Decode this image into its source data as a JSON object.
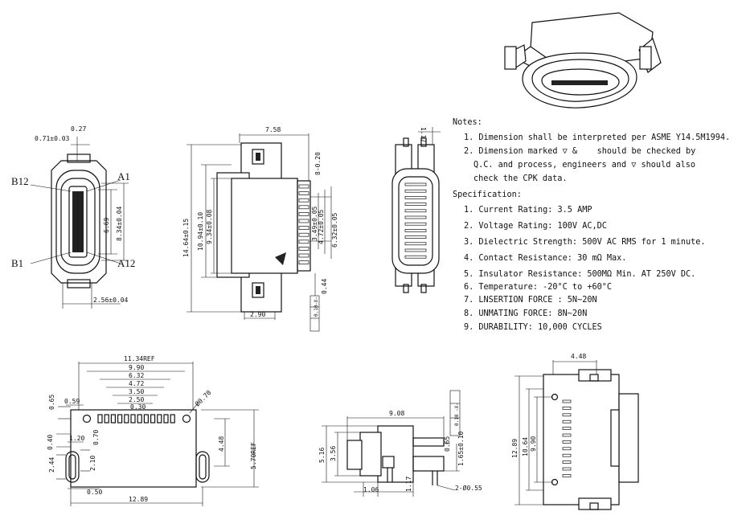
{
  "notes": {
    "heading": "Notes:",
    "items": [
      "1. Dimension shall be interpreted per ASME Y14.5M1994.",
      "2. Dimension marked ▽ &    should be checked by",
      "Q.C. and process, engineers and ▽ should also",
      "check the CPK data."
    ]
  },
  "specification": {
    "heading": "Specification:",
    "items": [
      "1. Current Rating: 3.5 AMP",
      "2. Voltage Rating: 100V AC,DC",
      "3. Dielectric Strength: 500V AC RMS for 1 minute.",
      "4. Contact Resistance: 30 mΩ Max.",
      "5. Insulator Resistance: 500MΩ Min. AT 250V DC.",
      "6. Temperature: -20°C to +60°C",
      "7. LNSERTION FORCE : 5N~20N",
      "8. UNMATING FORCE: 8N~20N",
      "9. DURABILITY:  10,000 CYCLES"
    ]
  },
  "front_view": {
    "labels": [
      "B12",
      "A1",
      "B1",
      "A12"
    ],
    "dims": [
      "0.27",
      "0.71±0.03",
      "6.69",
      "8.34±0.04",
      "2.56±0.04"
    ]
  },
  "side_view": {
    "dims": [
      "7.58",
      "8-0.20",
      "14.64±0.15",
      "10.94±0.10",
      "9.34±0.08",
      "3.49±0.05",
      "4.72±0.05",
      "6.32±0.05",
      "2.90",
      "0.44",
      "0.10",
      "-X-"
    ]
  },
  "rear_view": {
    "dims": [
      "1.17"
    ]
  },
  "pcb_layout": {
    "dims": [
      "11.34REF",
      "9.90",
      "6.32",
      "4.72",
      "3.50",
      "2.50",
      "0.30",
      "0.65",
      "0.59",
      "Ø0.70",
      "0.40",
      "1.20",
      "0.70",
      "2.44",
      "2.10",
      "4.48",
      "5.70REF",
      "0.50",
      "12.89"
    ]
  },
  "bottom_side_view": {
    "dims": [
      "9.08",
      "0.10",
      "-X-",
      "5.16",
      "3.56",
      "0.65",
      "1.65±0.10",
      "1.06",
      "1.17",
      "2-Ø0.55"
    ]
  },
  "top_view": {
    "dims": [
      "4.48",
      "12.89",
      "10.64",
      "9.90"
    ]
  }
}
